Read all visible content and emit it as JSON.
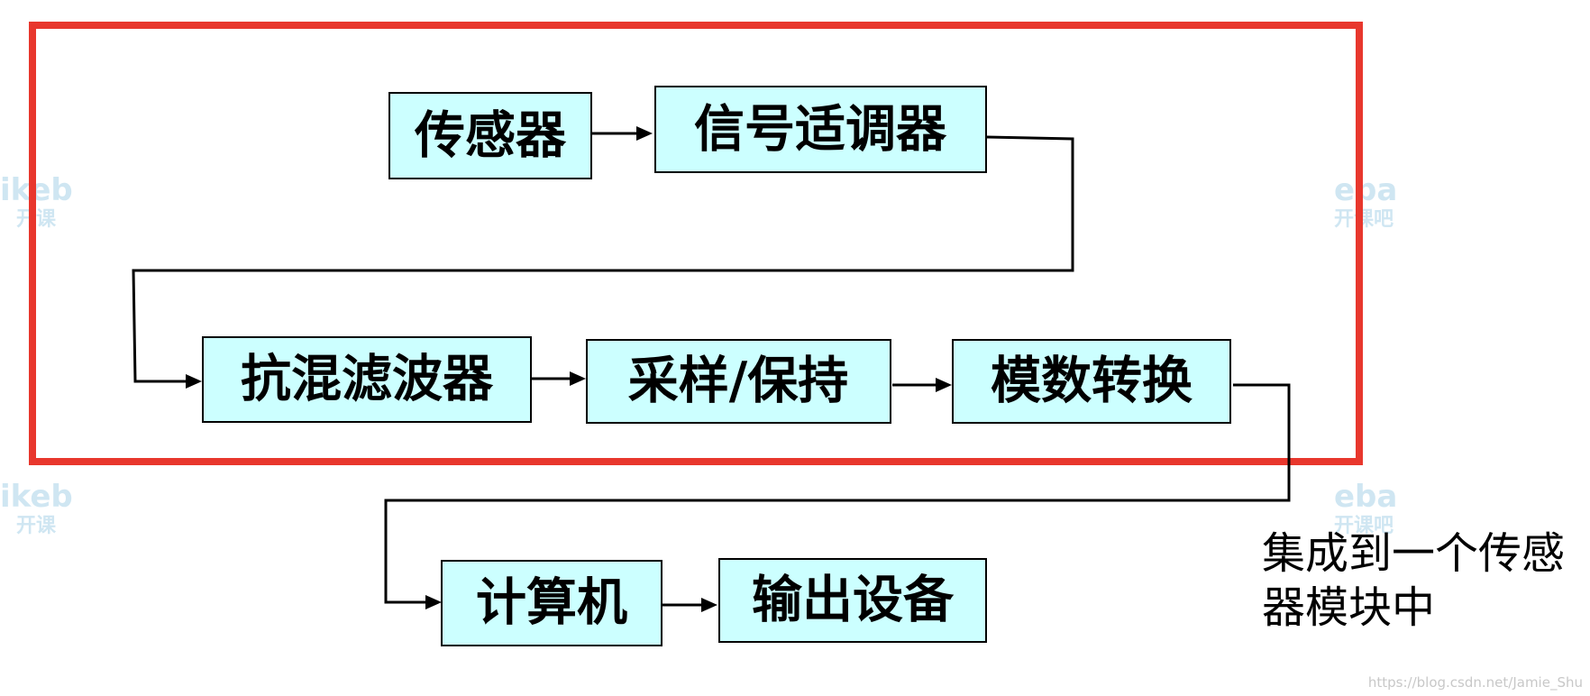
{
  "nodes": {
    "sensor": "传感器",
    "signal_conditioner": "信号适调器",
    "anti_alias_filter": "抗混滤波器",
    "sample_hold": "采样/保持",
    "adc": "模数转换",
    "computer": "计算机",
    "output_device": "输出设备"
  },
  "annotation": {
    "line1": "集成到一个传感",
    "line2": "器模块中"
  },
  "watermarks": {
    "left_logo": "ikeb",
    "left_sub": "开课",
    "right_logo": "eba",
    "right_sub": "开课吧"
  },
  "source_url": "https://blog.csdn.net/Jamie_Shu",
  "colors": {
    "node_fill": "#ccffff",
    "frame": "#e8372d",
    "watermark": "#cfe6f2"
  }
}
